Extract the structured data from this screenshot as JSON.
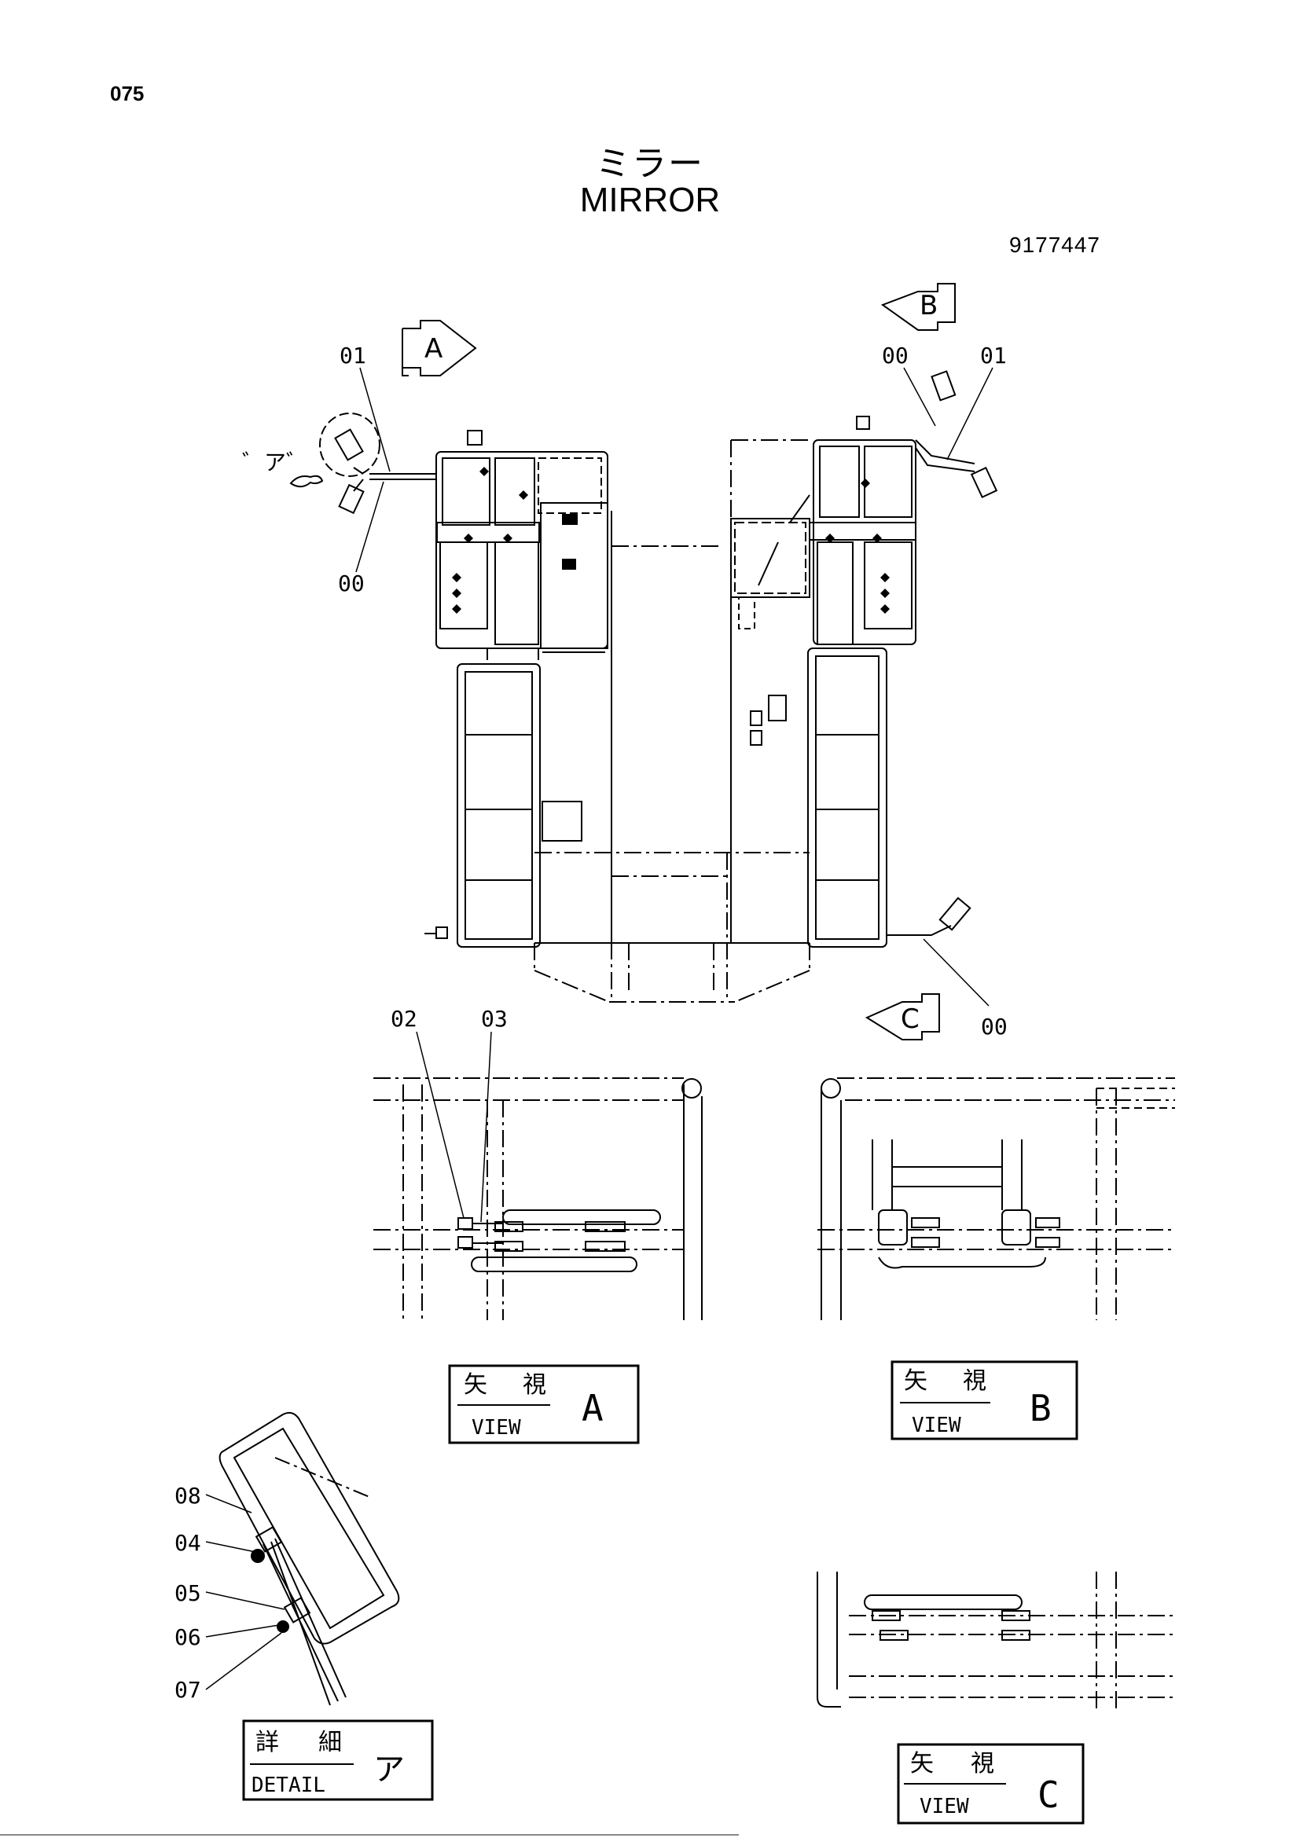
{
  "page_number": "075",
  "title_jp": "ミラー",
  "title_en": "MIRROR",
  "drawing_number": "9177447",
  "view_arrows": [
    "A",
    "B",
    "C"
  ],
  "detail_marker": "゛ア゛",
  "callouts": {
    "top_left_01": "01",
    "top_left_00": "00",
    "top_right_00": "00",
    "top_right_01": "01",
    "bottom_right_00": "00",
    "view_a_02": "02",
    "view_a_03": "03",
    "detail_08": "08",
    "detail_04": "04",
    "detail_05": "05",
    "detail_06": "06",
    "detail_07": "07"
  },
  "view_boxes": {
    "a": {
      "jp1": "矢",
      "jp2": "視",
      "en": "VIEW",
      "letter": "A"
    },
    "b": {
      "jp1": "矢",
      "jp2": "視",
      "en": "VIEW",
      "letter": "B"
    },
    "c": {
      "jp1": "矢",
      "jp2": "視",
      "en": "VIEW",
      "letter": "C"
    },
    "detail": {
      "jp1": "詳",
      "jp2": "細",
      "en": "DETAIL",
      "letter": "ア"
    }
  }
}
